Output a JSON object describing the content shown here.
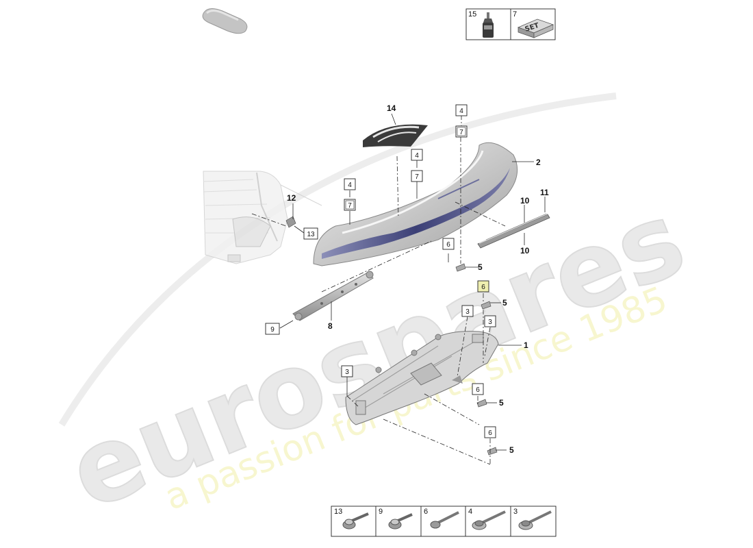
{
  "watermark": {
    "brand": "eurospares",
    "slogan": "a passion for parts since 1985"
  },
  "top_table": [
    {
      "num": "15",
      "icon": "adhesive-bottle-icon"
    },
    {
      "num": "7",
      "icon": "set-box-icon",
      "label": "SET"
    }
  ],
  "callouts": {
    "c1": "1",
    "c2": "2",
    "c5a": "5",
    "c5b": "5",
    "c5c": "5",
    "c5d": "5",
    "c8": "8",
    "c10a": "10",
    "c10b": "10",
    "c11": "11",
    "c12": "12",
    "c14": "14"
  },
  "ref_boxes": {
    "b4a": "4",
    "b7a": "7",
    "b4b": "4",
    "b7b": "7",
    "b4c": "4",
    "b7c": "7",
    "b13": "13",
    "b9": "9",
    "b6a": "6",
    "b6b": "6",
    "b3a": "3",
    "b3b": "3",
    "b3c": "3",
    "b6c": "6",
    "b6d": "6"
  },
  "bottom_table": [
    {
      "num": "13",
      "icon": "flange-bolt-icon"
    },
    {
      "num": "9",
      "icon": "flange-bolt-icon"
    },
    {
      "num": "6",
      "icon": "bolt-icon"
    },
    {
      "num": "4",
      "icon": "washer-bolt-icon"
    },
    {
      "num": "3",
      "icon": "washer-bolt-icon"
    }
  ]
}
